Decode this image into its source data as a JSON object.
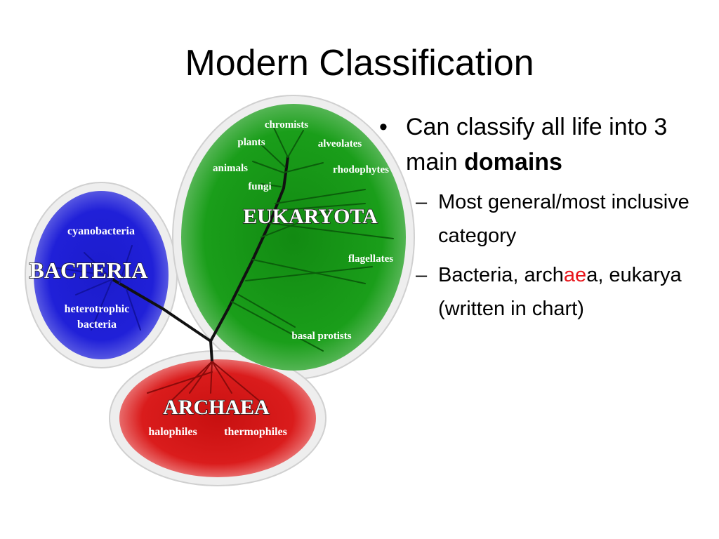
{
  "slide": {
    "title": "Modern Classification"
  },
  "bullets": {
    "main_prefix": "Can classify all life into 3 main ",
    "main_bold": "domains",
    "sub1": "Most general/most inclusive category",
    "sub2_a": "Bacteria, arch",
    "sub2_highlight": "ae",
    "sub2_b": "a, eukarya (written in chart)",
    "highlight_color": "#e8141a"
  },
  "diagram": {
    "bacteria": {
      "domain": "BACTERIA",
      "labels": [
        "cyanobacteria",
        "heterotrophic",
        "bacteria"
      ],
      "color": "#1f1fcf"
    },
    "eukaryota": {
      "domain": "EUKARYOTA",
      "labels": [
        "chromists",
        "plants",
        "alveolates",
        "animals",
        "rhodophytes",
        "fungi",
        "flagellates",
        "basal protists"
      ],
      "color": "#179a17"
    },
    "archaea": {
      "domain": "ARCHAEA",
      "labels": [
        "halophiles",
        "thermophiles"
      ],
      "color": "#d61919"
    }
  }
}
